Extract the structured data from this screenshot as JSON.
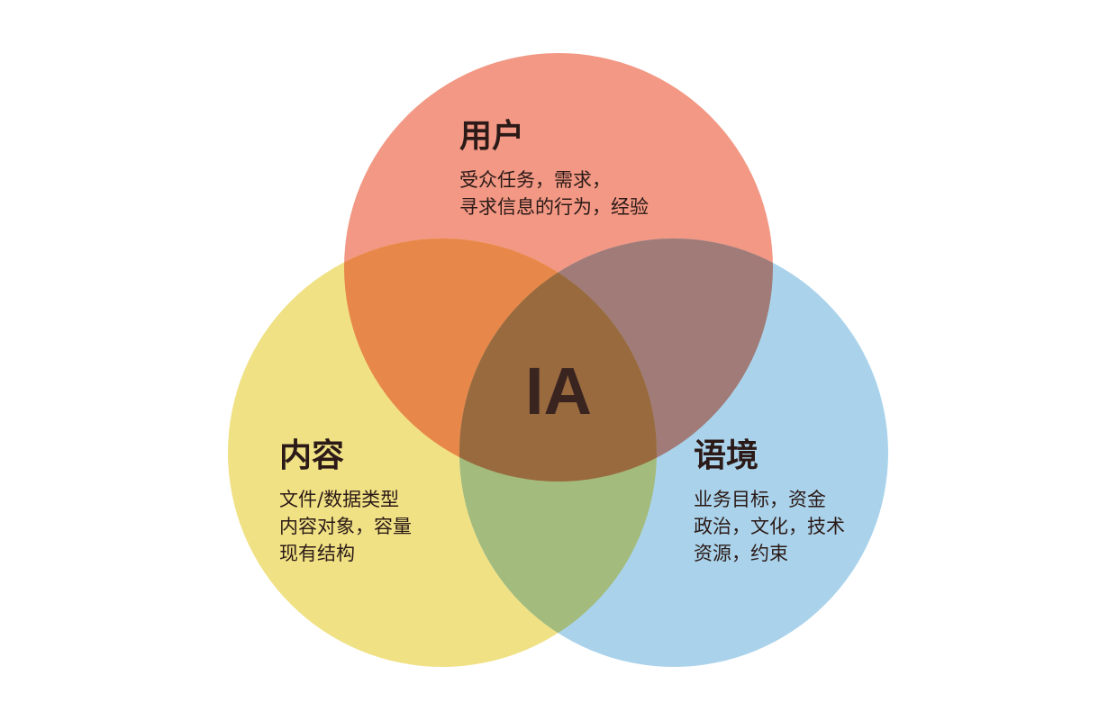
{
  "diagram": {
    "type": "venn-3",
    "colors": {
      "user": "#f29884",
      "content": "#f0e185",
      "context": "#aad3eb",
      "user_content": "#e8874a",
      "user_context": "#a07b78",
      "content_context": "#a3bb7c",
      "center": "#996a3e"
    },
    "center": {
      "label": "IA"
    },
    "sets": {
      "user": {
        "title": "用户",
        "lines": [
          "受众任务，需求，",
          "寻求信息的行为，经验"
        ]
      },
      "content": {
        "title": "内容",
        "lines": [
          "文件/数据类型",
          "内容对象，容量",
          "现有结构"
        ]
      },
      "context": {
        "title": "语境",
        "lines": [
          "业务目标，资金",
          "政治，文化，技术",
          "资源，约束"
        ]
      }
    }
  }
}
